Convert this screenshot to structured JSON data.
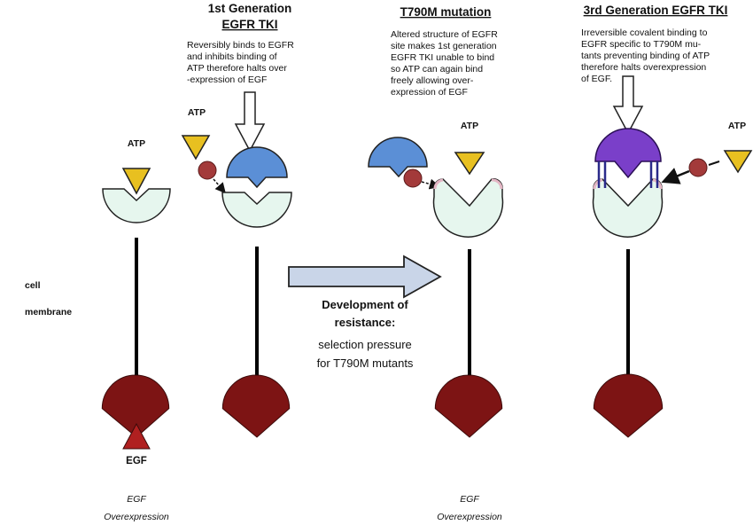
{
  "titles": {
    "first_gen_line1": "1st Generation",
    "first_gen_line2": "EGFR TKI",
    "t790m": "T790M mutation",
    "third_gen": "3rd Generation EGFR TKI"
  },
  "descriptions": {
    "first_gen": [
      "Reversibly binds to EGFR",
      "and inhibits binding of",
      "ATP therefore halts over",
      "-expression of EGF"
    ],
    "t790m": [
      "Altered structure of EGFR",
      "site makes 1st generation",
      "EGFR TKI unable to bind",
      "so ATP can again bind",
      "freely allowing over-",
      "expression of EGF"
    ],
    "third_gen": [
      "Irreversible covalent binding to",
      "EGFR specific to T790M mu-",
      "tants preventing binding of ATP",
      "therefore halts overexpression",
      "of EGF."
    ]
  },
  "labels": {
    "atp": "ATP",
    "egf": "EGF",
    "cell_line1": "cell",
    "cell_line2": "membrane"
  },
  "development": {
    "line1": "Development of",
    "line2": "resistance:",
    "line3": "selection pressure",
    "line4": "for T790M mutants"
  },
  "outcome": {
    "line1": "EGF",
    "line2": "Overexpression"
  },
  "colors": {
    "receptor_fill": "#e6f6ee",
    "atp_yellow": "#e8c020",
    "tki_blue": "#5b8fd6",
    "third_gen_purple": "#7a3fc9",
    "red_dot": "#a33a3a",
    "intracellular": "#7d1414",
    "arrow_fill": "#c9d5e8"
  },
  "icons": {
    "atp": "yellow-triangle-icon",
    "tki_1st": "blue-semicircle-icon",
    "tki_3rd": "purple-cap-icon",
    "phosphate": "red-dot-icon"
  }
}
